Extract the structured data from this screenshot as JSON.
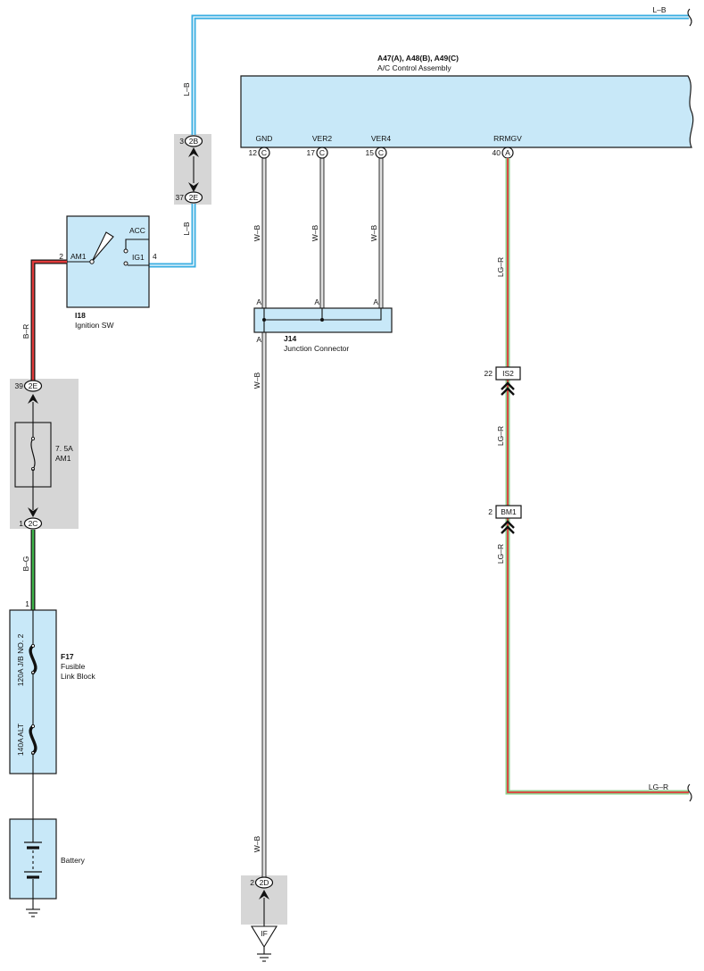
{
  "ac_control": {
    "title": "A47(A), A48(B), A49(C)",
    "name": "A/C Control Assembly",
    "pins": [
      {
        "name": "GND",
        "num": "12",
        "conn": "C"
      },
      {
        "name": "VER2",
        "num": "17",
        "conn": "C"
      },
      {
        "name": "VER4",
        "num": "15",
        "conn": "C"
      },
      {
        "name": "RRMGV",
        "num": "40",
        "conn": "A"
      }
    ]
  },
  "ignition_sw": {
    "code": "I18",
    "name": "Ignition SW",
    "acc": "ACC",
    "am1": "AM1",
    "ig1": "IG1",
    "pin_am1": "2",
    "pin_ig1": "4"
  },
  "junction": {
    "code": "J14",
    "name": "Junction Connector",
    "pin_label": "A"
  },
  "fuse_am1": {
    "rating": "7. 5A",
    "name": "AM1"
  },
  "fusible_link": {
    "code": "F17",
    "line1": "Fusible",
    "line2": "Link Block",
    "fuse1": "120A J/B NO. 2",
    "fuse2": "140A ALT",
    "pin": "1"
  },
  "battery": {
    "label": "Battery"
  },
  "connectors": {
    "c2b": {
      "id": "2B",
      "pin": "3"
    },
    "c2e_top": {
      "id": "2E",
      "pin": "37"
    },
    "c2e_fuse": {
      "id": "2E",
      "pin": "39"
    },
    "c2c": {
      "id": "2C",
      "pin": "1"
    },
    "c2d": {
      "id": "2D",
      "pin": "2"
    },
    "is2": {
      "id": "IS2",
      "pin": "22"
    },
    "bm1": {
      "id": "BM1",
      "pin": "2"
    }
  },
  "ground_point": "IF",
  "wire_labels": {
    "lb": "L–B",
    "br": "B–R",
    "bg": "B–G",
    "wb": "W–B",
    "lgr": "LG–R"
  },
  "colors": {
    "component_fill": "#c8e8f8",
    "connector_box": "#d6d6d6",
    "wire_blue": "#3aaee2",
    "wire_red": "#e23b3b",
    "wire_green": "#3fb54a",
    "wire_light_green": "#8fd08f"
  }
}
